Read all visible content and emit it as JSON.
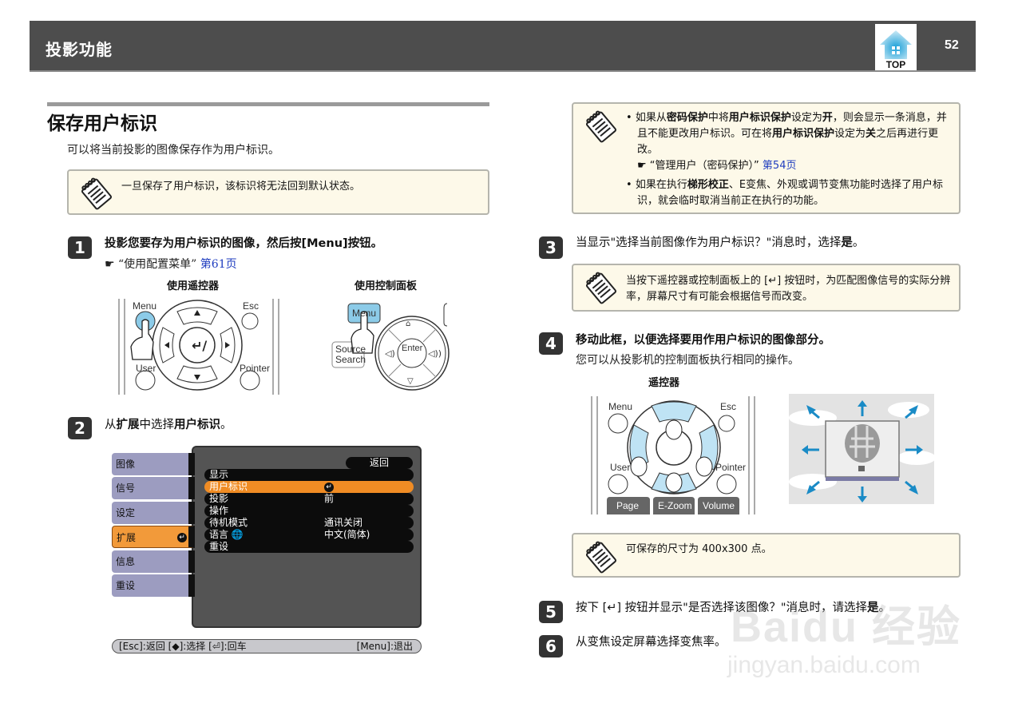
{
  "header": {
    "title": "投影功能",
    "top_label": "TOP",
    "page_number": "52",
    "bg_color": "#4d4d4d"
  },
  "section": {
    "title": "保存用户标识",
    "intro": "可以将当前投影的图像保存作为用户标识。"
  },
  "note1": {
    "text": "一旦保存了用户标识，该标识将无法回到默认状态。"
  },
  "step1": {
    "number": "1",
    "text": "投影您要存为用户标识的图像，然后按[Menu]按钮。",
    "ref_icon": "☛",
    "ref_text": "“使用配置菜单”",
    "ref_link": "第61页",
    "caption_left": "使用遥控器",
    "caption_right": "使用控制面板",
    "remote": {
      "menu": "Menu",
      "esc": "Esc",
      "user": "User",
      "pointer": "Pointer"
    },
    "panel": {
      "menu": "Menu",
      "source_search_1": "Source",
      "source_search_2": "Search",
      "enter": "Enter"
    }
  },
  "step2": {
    "number": "2",
    "text_parts": [
      "从",
      "扩展",
      "中选择",
      "用户标识",
      "。"
    ]
  },
  "proj_menu": {
    "tabs": [
      {
        "label": "图像",
        "active": false
      },
      {
        "label": "信号",
        "active": false
      },
      {
        "label": "设定",
        "active": false
      },
      {
        "label": "扩展",
        "active": true
      },
      {
        "label": "信息",
        "active": false
      },
      {
        "label": "重设",
        "active": false
      }
    ],
    "back_label": "返回",
    "rows": [
      {
        "label": "显示",
        "value": "",
        "selected": false
      },
      {
        "label": "用户标识",
        "value": "⏎",
        "selected": true
      },
      {
        "label": "投影",
        "value": "前",
        "selected": false
      },
      {
        "label": "操作",
        "value": "",
        "selected": false
      },
      {
        "label": "待机模式",
        "value": "通讯关闭",
        "selected": false
      },
      {
        "label": "语言 🌐",
        "value": "中文(简体)",
        "selected": false
      },
      {
        "label": "重设",
        "value": "",
        "selected": false
      }
    ],
    "footer_left": "[Esc]:返回 [◆]:选择 [⏎]:回车",
    "footer_right": "[Menu]:退出",
    "accent_color": "#f08c24",
    "tab_color": "#9c9cc0"
  },
  "note2": {
    "bullet1_parts": [
      "如果从",
      "密码保护",
      "中将",
      "用户标识保护",
      "设定为",
      "开",
      "，则会显示一条消息，并且不能更改用户标识。可在将",
      "用户标识保护",
      "设定为",
      "关",
      "之后再进行更改。"
    ],
    "ref_icon": "☛",
    "ref_text": "“管理用户（密码保护）”",
    "ref_link": "第54页",
    "bullet2_parts": [
      "如果在执行",
      "梯形校正",
      "、E变焦、外观或调节变焦功能时选择了用户标识，就会临时取消当前正在执行的功能。"
    ]
  },
  "step3": {
    "number": "3",
    "text_parts": [
      "当显示\"选择当前图像作为用户标识？\"消息时，选择",
      "是",
      "。"
    ]
  },
  "note3": {
    "text": "当按下遥控器或控制面板上的 [↵] 按钮时，为匹配图像信号的实际分辨率，屏幕尺寸有可能会根据信号而改变。"
  },
  "step4": {
    "number": "4",
    "text": "移动此框，以便选择要用作用户标识的图像部分。",
    "sub": "您可以从投影机的控制面板执行相同的操作。",
    "caption": "遥控器",
    "remote": {
      "menu": "Menu",
      "esc": "Esc",
      "user": "User",
      "pointer": "Pointer",
      "btn_page": "Page",
      "btn_ezoom": "E-Zoom",
      "btn_volume": "Volume"
    }
  },
  "note4": {
    "text": "可保存的尺寸为 400x300 点。"
  },
  "step5": {
    "number": "5",
    "text_parts": [
      "按下 [↵] 按钮并显示\"是否选择该图像？\"消息时，请选择",
      "是",
      "。"
    ]
  },
  "step6": {
    "number": "6",
    "text": "从变焦设定屏幕选择变焦率。"
  },
  "watermark": {
    "line1": "Baidu 经验",
    "line2": "jingyan.baidu.com"
  }
}
